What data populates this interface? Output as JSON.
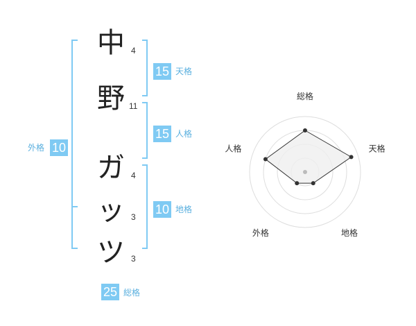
{
  "name": {
    "chars": [
      {
        "char": "中",
        "strokes": "4"
      },
      {
        "char": "野",
        "strokes": "11"
      },
      {
        "char": "ガ",
        "strokes": "4"
      },
      {
        "char": "ッ",
        "strokes": "3"
      },
      {
        "char": "ツ",
        "strokes": "3"
      }
    ]
  },
  "kaku": {
    "tenkaku": {
      "label": "天格",
      "value": "15"
    },
    "jinkaku": {
      "label": "人格",
      "value": "15"
    },
    "chikaku": {
      "label": "地格",
      "value": "10"
    },
    "gaikaku": {
      "label": "外格",
      "value": "10"
    },
    "soukaku": {
      "label": "総格",
      "value": "25"
    }
  },
  "colors": {
    "bracket": "#7fcaf3",
    "badge": "#7fcaf3",
    "label": "#5bb0df",
    "ring": "#dddddd",
    "polygon_fill": "#efefef"
  },
  "chart_data": {
    "type": "radar",
    "axes": [
      "総格",
      "天格",
      "地格",
      "外格",
      "人格"
    ],
    "levels": 4,
    "range": [
      0,
      4
    ],
    "values": [
      3,
      3.5,
      1,
      1,
      3
    ]
  }
}
